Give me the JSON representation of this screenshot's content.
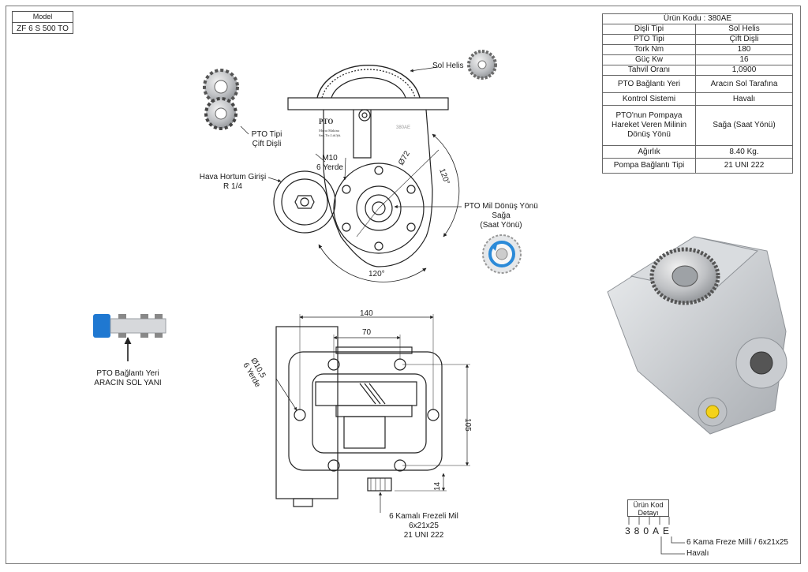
{
  "model": {
    "header": "Model",
    "value": "ZF 6 S 500 TO"
  },
  "spec_table": {
    "title": "Ürün Kodu : 380AE",
    "rows": [
      {
        "label": "Dişli Tipi",
        "value": "Sol Helis"
      },
      {
        "label": "PTO Tipi",
        "value": "Çift Dişli"
      },
      {
        "label": "Tork Nm",
        "value": "180"
      },
      {
        "label": "Güç Kw",
        "value": "16"
      },
      {
        "label": "Tahvil Oranı",
        "value": "1,0900"
      },
      {
        "label": "PTO Bağlantı Yeri",
        "value": "Aracın Sol Tarafına"
      },
      {
        "label": "Kontrol Sistemi",
        "value": "Havalı"
      },
      {
        "label": "PTO'nun Pompaya Hareket Veren Milinin Dönüş Yönü",
        "value": "Sağa (Saat Yönü)"
      },
      {
        "label": "Ağırlık",
        "value": "8.40 Kg."
      },
      {
        "label": "Pompa Bağlantı Tipi",
        "value": "21 UNI 222"
      }
    ]
  },
  "labels": {
    "sol_helis": "Sol Helis",
    "pto_tipi_1": "PTO Tipi",
    "pto_tipi_2": "Çift Dişli",
    "m10_1": "M10",
    "m10_2": "6 Yerde",
    "hava_1": "Hava Hortum Girişi",
    "hava_2": "R 1/4",
    "mil_1": "PTO Mil Dönüş Yönü",
    "mil_2": "Sağa",
    "mil_3": "(Saat Yönü)",
    "dia72": "Ø72",
    "angle_top": "120°",
    "angle_bottom": "120°",
    "plate_code": "380AE",
    "logo_1": "PTO",
    "logo_2": "Murat Makina",
    "logo_3": "San.Tic.Ltd.Şti.",
    "baglanti_1": "PTO Bağlantı Yeri",
    "baglanti_2": "ARACIN SOL YANI",
    "dim_140": "140",
    "dim_70": "70",
    "dim_105": "105",
    "dim_14": "14",
    "hole_1": "Ø10,5",
    "hole_2": "6 Yerde",
    "shaft_1": "6 Kamalı Frezeli Mil",
    "shaft_2": "6x21x25",
    "shaft_3": "21 UNI 222"
  },
  "code_detail": {
    "header_1": "Ürün Kod",
    "header_2": "Detayı",
    "digits": "380AE",
    "note_e": "6 Kama Freze Milli / 6x21x25",
    "note_a": "Havalı"
  }
}
